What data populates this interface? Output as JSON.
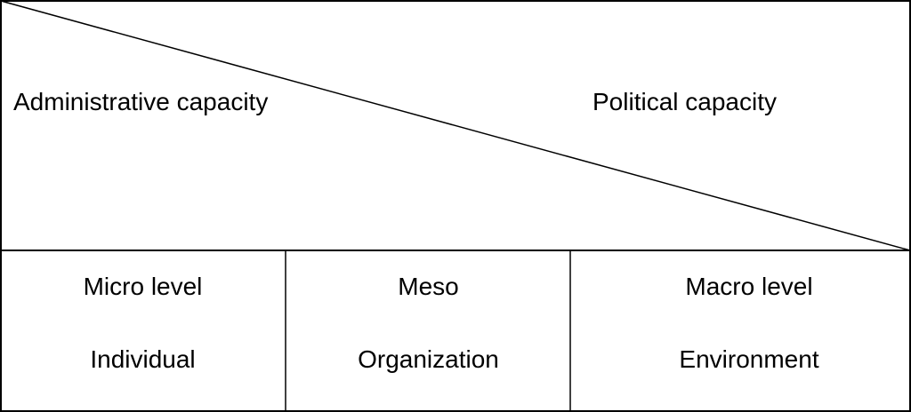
{
  "top": {
    "left_label": "Administrative capacity",
    "right_label": "Political capacity"
  },
  "levels": [
    {
      "name": "Micro level",
      "unit": "Individual"
    },
    {
      "name": "Meso",
      "unit": "Organization"
    },
    {
      "name": "Macro level",
      "unit": "Environment"
    }
  ],
  "colors": {
    "line": "#000000",
    "background": "#ffffff"
  }
}
